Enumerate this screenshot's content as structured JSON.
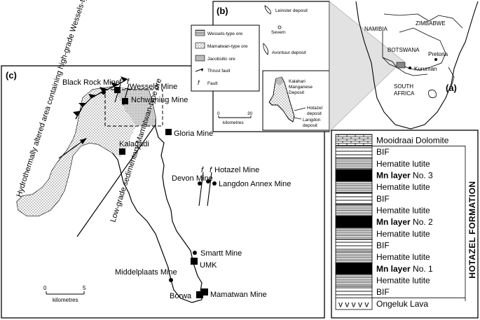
{
  "panel_a": {
    "label": "(a)",
    "countries": [
      "NAMIBIA",
      "ZIMBABWE",
      "BOTSWANA",
      "SOUTH AFRICA"
    ],
    "towns": [
      "Pretoria",
      "Kuruman"
    ]
  },
  "panel_b": {
    "label": "(b)",
    "legend": [
      "Wessels-type ore",
      "Mamatwan-type ore",
      "Jacobsitic ore",
      "Thrust fault",
      "Fault"
    ],
    "deposits": [
      "Leinster deposit",
      "Severn",
      "Avontuur deposit",
      "Kalahari Manganese Deposit",
      "Hotazel deposit",
      "Langdon deposit"
    ],
    "scale": {
      "start": "0",
      "end": "30",
      "unit": "kilometres"
    }
  },
  "panel_c": {
    "label": "(c)",
    "mines": [
      "Black Rock Mine",
      "Wessels Mine",
      "Nchwaning Mine",
      "Gloria Mine",
      "Kalagadi",
      "Hotazel Mine",
      "Devon Mine",
      "Langdon Annex Mine",
      "Smartt Mine",
      "UMK",
      "Middelplaats Mine",
      "Borwa",
      "Mamatwan Mine"
    ],
    "annotations": [
      "Hydrothermally altered area containing high-grade Wessels-type ore",
      "Low-grade sedimentary Mamatwan-type ore"
    ],
    "fault_symbol": "f",
    "scale": {
      "start": "0",
      "end": "5",
      "unit": "kilometres"
    }
  },
  "stratigraphy": {
    "formation": "HOTAZEL FORMATION",
    "layers": [
      {
        "text": "Mooidraai Dolomite",
        "bold": "",
        "pattern": "brick"
      },
      {
        "text": "BIF",
        "bold": "",
        "pattern": "lines-wide"
      },
      {
        "text": "Hematite lutite",
        "bold": "",
        "pattern": "lines-fine"
      },
      {
        "text": " No. 3",
        "bold": "Mn layer",
        "pattern": "black"
      },
      {
        "text": "Hematite lutite",
        "bold": "",
        "pattern": "lines-fine"
      },
      {
        "text": "BIF",
        "bold": "",
        "pattern": "lines-wide"
      },
      {
        "text": "Hematite lutite",
        "bold": "",
        "pattern": "lines-fine"
      },
      {
        "text": " No. 2",
        "bold": "Mn layer",
        "pattern": "black"
      },
      {
        "text": "Hematite lutite",
        "bold": "",
        "pattern": "lines-fine"
      },
      {
        "text": "BIF",
        "bold": "",
        "pattern": "lines-wide"
      },
      {
        "text": "Hematite lutite",
        "bold": "",
        "pattern": "lines-fine"
      },
      {
        "text": " No. 1",
        "bold": "Mn layer",
        "pattern": "black"
      },
      {
        "text": "Hematite lutite",
        "bold": "",
        "pattern": "lines-fine"
      },
      {
        "text": "BIF",
        "bold": "",
        "pattern": "lines-wide"
      },
      {
        "text": "Ongeluk Lava",
        "bold": "",
        "pattern": "lava"
      }
    ],
    "lava_symbol": "v v v v v"
  }
}
